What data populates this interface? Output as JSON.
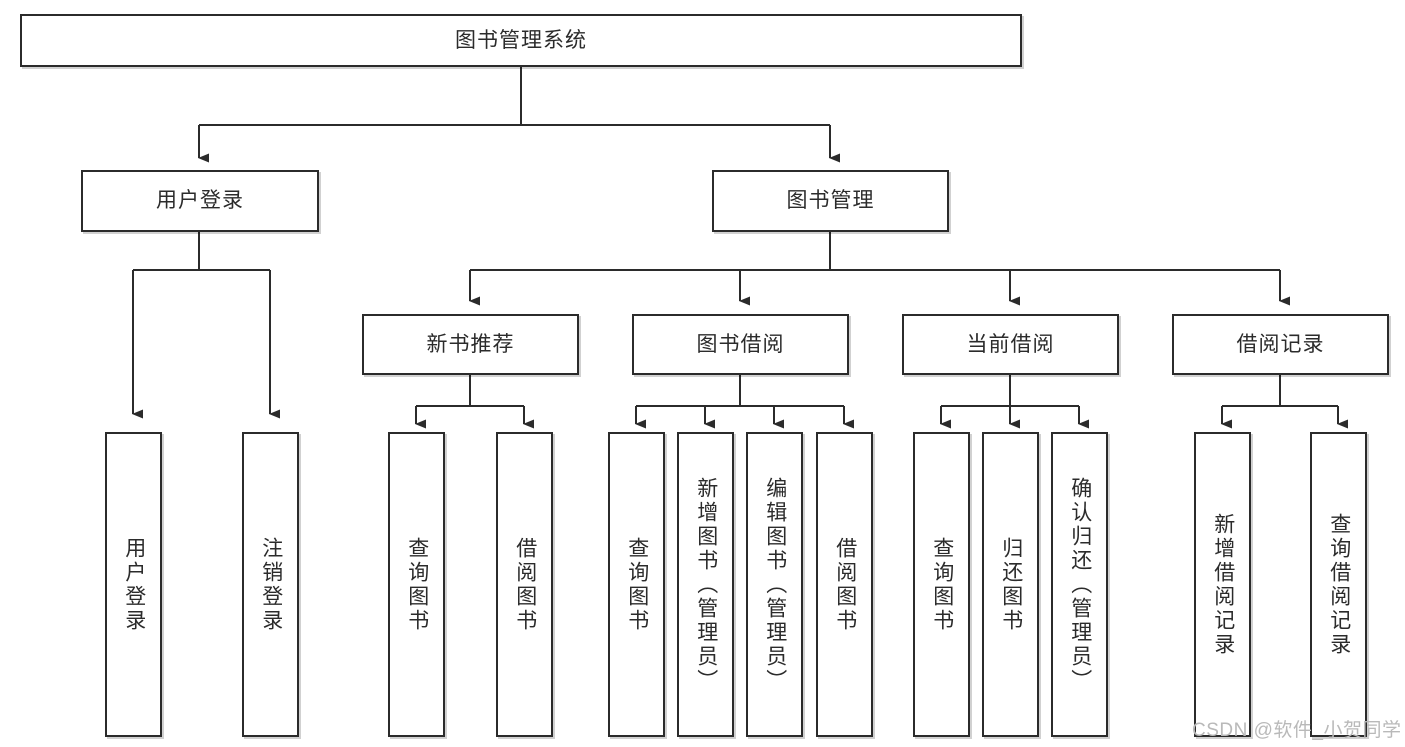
{
  "diagram": {
    "type": "hierarchy-tree",
    "title": "图书管理系统",
    "watermark": "CSDN @软件_小贺同学",
    "colors": {
      "stroke": "#2b2b2b",
      "fill": "#ffffff",
      "text": "#2b2b2b",
      "watermark": "#b9b9b9"
    },
    "root": {
      "label": "图书管理系统"
    },
    "level2": [
      {
        "label": "用户登录"
      },
      {
        "label": "图书管理"
      }
    ],
    "level3": [
      {
        "label": "新书推荐"
      },
      {
        "label": "图书借阅"
      },
      {
        "label": "当前借阅"
      },
      {
        "label": "借阅记录"
      }
    ],
    "leaves": {
      "user_login": [
        {
          "label": "用户登录"
        },
        {
          "label": "注销登录"
        }
      ],
      "new_book_recommend": [
        {
          "label": "查询图书"
        },
        {
          "label": "借阅图书"
        }
      ],
      "book_borrow": [
        {
          "label": "查询图书"
        },
        {
          "label": "新增图书（管理员）"
        },
        {
          "label": "编辑图书（管理员）"
        },
        {
          "label": "借阅图书"
        }
      ],
      "current_borrow": [
        {
          "label": "查询图书"
        },
        {
          "label": "归还图书"
        },
        {
          "label": "确认归还（管理员）"
        }
      ],
      "borrow_record": [
        {
          "label": "新增借阅记录"
        },
        {
          "label": "查询借阅记录"
        }
      ]
    }
  }
}
